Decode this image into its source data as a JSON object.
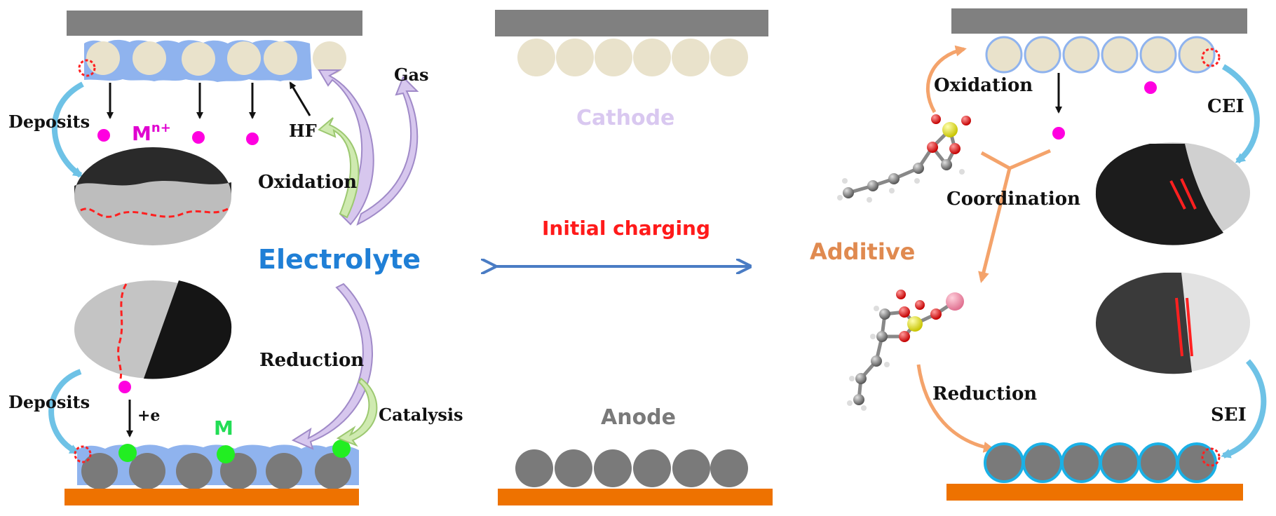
{
  "center": {
    "cathode": "Cathode",
    "anode": "Anode",
    "initial_charging": "Initial charging"
  },
  "left": {
    "deposits_top": "Deposits",
    "deposits_bottom": "Deposits",
    "mn_ion_base": "M",
    "mn_ion_sup": "n+",
    "hf": "HF",
    "gas": "Gas",
    "oxidation": "Oxidation",
    "electrolyte": "Electrolyte",
    "reduction": "Reduction",
    "plus_e": "+e",
    "metal": "M",
    "catalysis": "Catalysis"
  },
  "right": {
    "oxidation": "Oxidation",
    "cei": "CEI",
    "coordination": "Coordination",
    "additive": "Additive",
    "reduction": "Reduction",
    "sei": "SEI"
  },
  "colors": {
    "current_collector_top": "#808080",
    "current_collector_bottom": "#ee7200",
    "cathode_particle": "#e9e2cb",
    "anode_particle": "#7a7a7a",
    "coating": "#8fb3ee",
    "ion": "#ff00e0",
    "metal": "#22dd22",
    "electrolyte_text": "#1f7fd6",
    "initial_charging_text": "#ff1a1a",
    "additive_text": "#e08a50"
  }
}
